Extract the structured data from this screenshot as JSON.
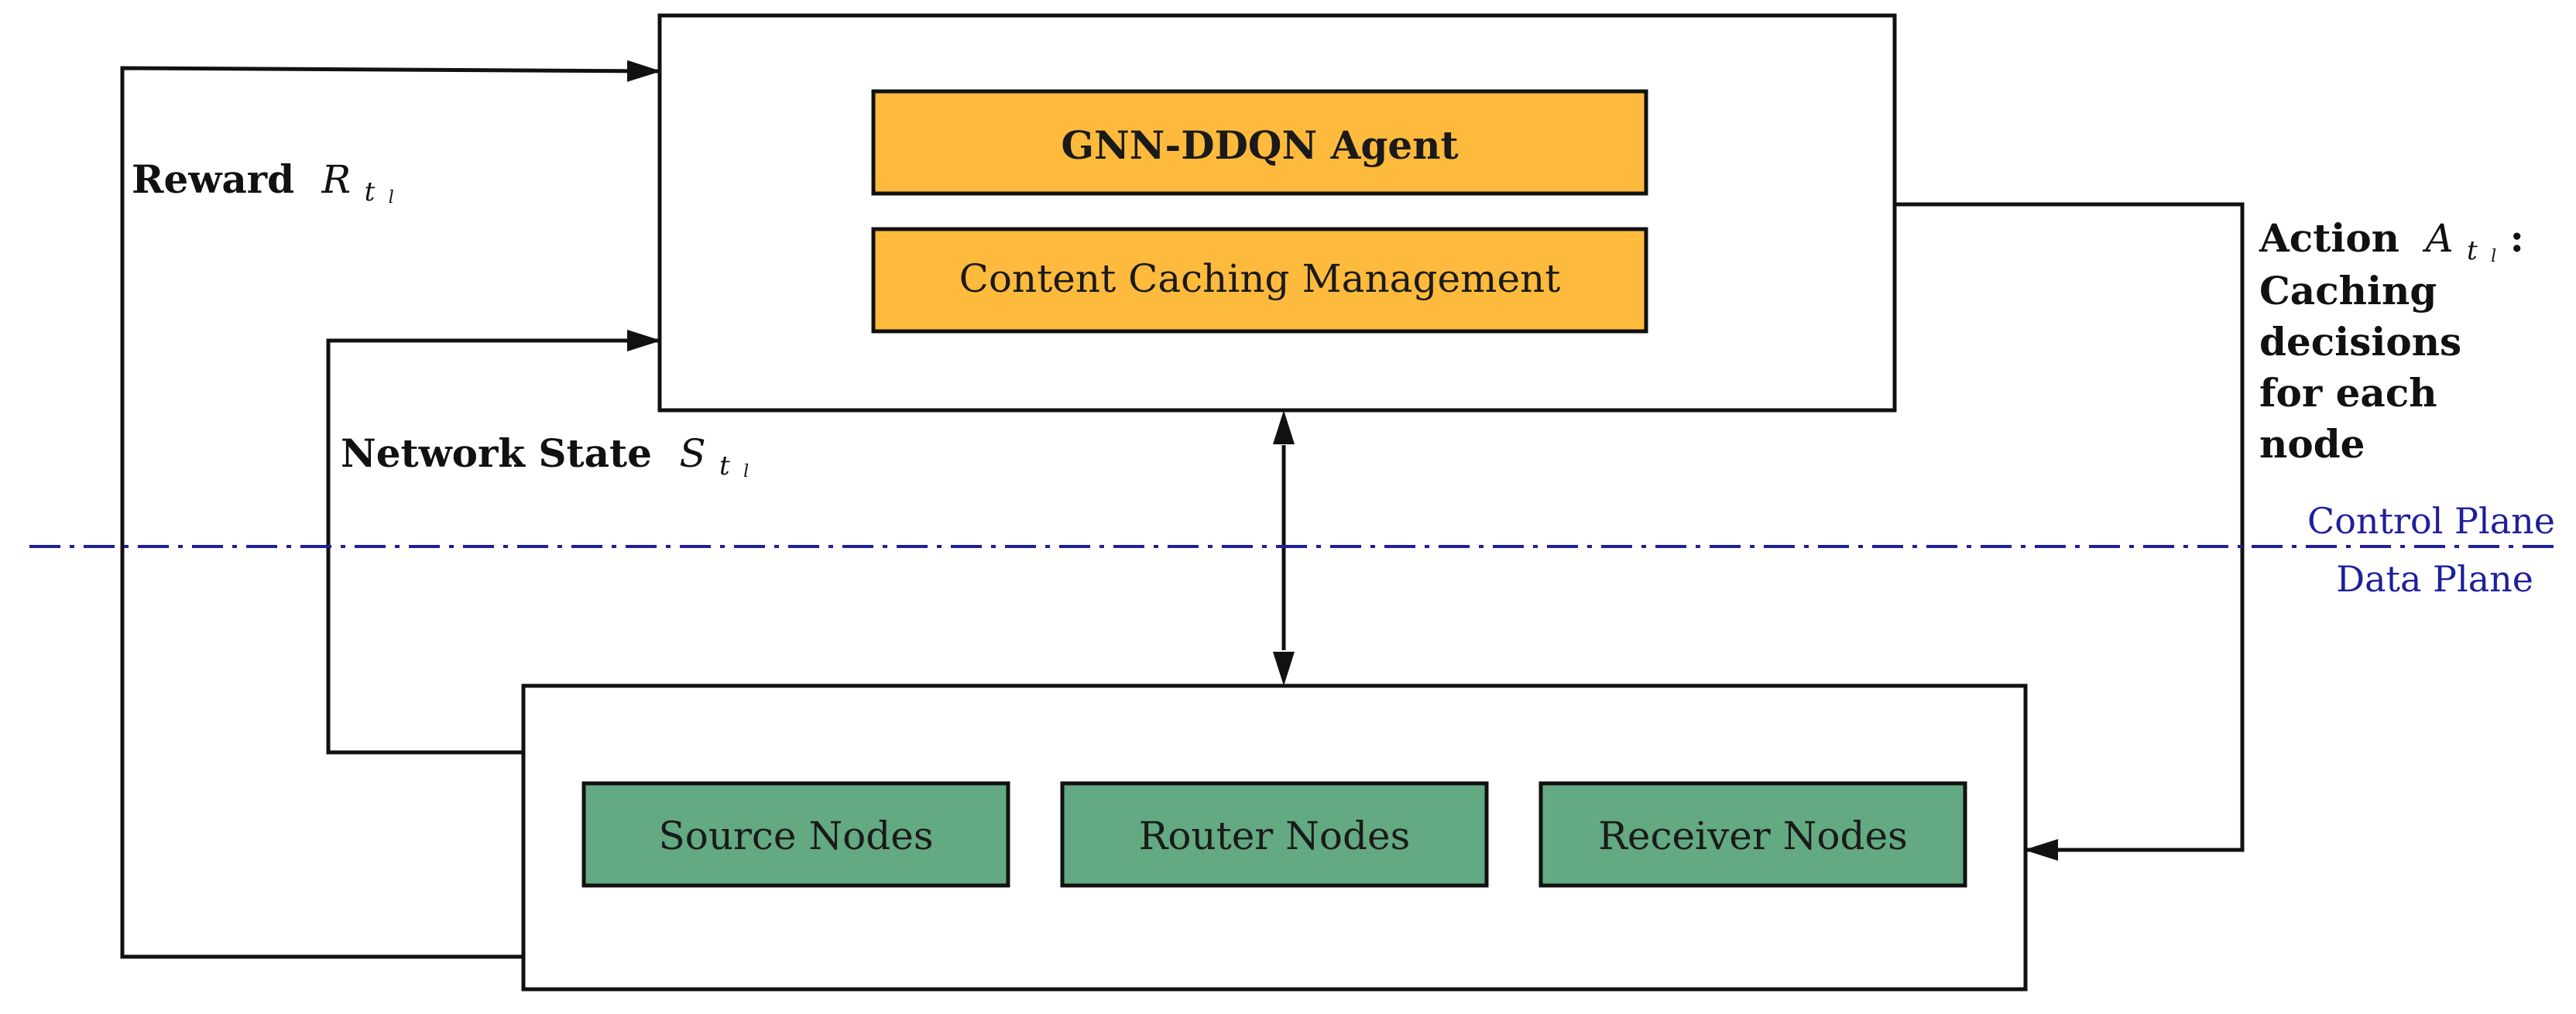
{
  "control_module": {
    "agent_label": "GNN-DDQN Agent",
    "caching_label": "Content Caching Management"
  },
  "data_module": {
    "nodes": [
      {
        "label": "Source Nodes"
      },
      {
        "label": "Router Nodes"
      },
      {
        "label": "Receiver Nodes"
      }
    ]
  },
  "feedback": {
    "reward_text": "Reward",
    "reward_symbol": "R",
    "reward_subscript": "t",
    "reward_subsub": "l",
    "state_text": "Network State",
    "state_symbol": "S",
    "state_subscript": "t",
    "state_subsub": "l"
  },
  "action": {
    "title_text": "Action",
    "symbol": "A",
    "subscript": "t",
    "subsub": "l",
    "colon": ":",
    "lines": [
      "Caching",
      "decisions",
      "for each",
      "node"
    ]
  },
  "planes": {
    "control": "Control Plane",
    "data": "Data Plane"
  },
  "colors": {
    "agent_fill": "#FDBA3D",
    "node_fill": "#63A981",
    "plane_line": "#1f1f9a",
    "stroke": "#111111"
  }
}
